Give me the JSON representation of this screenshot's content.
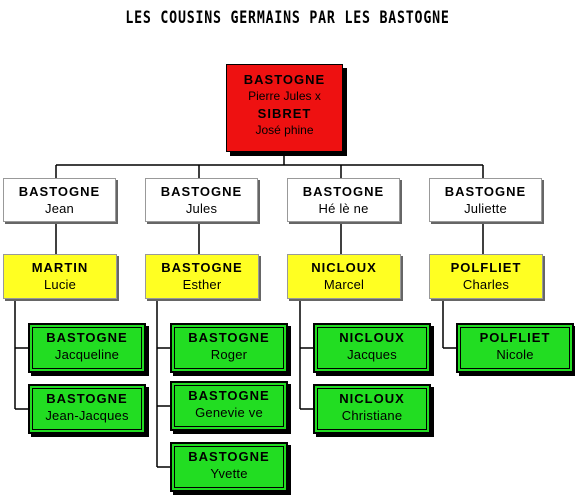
{
  "title": "LES COUSINS GERMAINS PAR LES BASTOGNE",
  "root": {
    "line1_surname": "BASTOGNE",
    "line1_given": "Pierre Jules x",
    "line2_surname": "SIBRET",
    "line2_given": "José phine"
  },
  "branches": [
    {
      "child": {
        "surname": "BASTOGNE",
        "given": "Jean"
      },
      "spouse": {
        "surname": "MARTIN",
        "given": "Lucie"
      },
      "kids": [
        {
          "surname": "BASTOGNE",
          "given": "Jacqueline"
        },
        {
          "surname": "BASTOGNE",
          "given": "Jean-Jacques"
        }
      ]
    },
    {
      "child": {
        "surname": "BASTOGNE",
        "given": "Jules"
      },
      "spouse": {
        "surname": "BASTOGNE",
        "given": "Esther"
      },
      "kids": [
        {
          "surname": "BASTOGNE",
          "given": "Roger"
        },
        {
          "surname": "BASTOGNE",
          "given": "Genevie ve"
        },
        {
          "surname": "BASTOGNE",
          "given": "Yvette"
        }
      ]
    },
    {
      "child": {
        "surname": "BASTOGNE",
        "given": "Hé lè ne"
      },
      "spouse": {
        "surname": "NICLOUX",
        "given": "Marcel"
      },
      "kids": [
        {
          "surname": "NICLOUX",
          "given": "Jacques"
        },
        {
          "surname": "NICLOUX",
          "given": "Christiane"
        }
      ]
    },
    {
      "child": {
        "surname": "BASTOGNE",
        "given": "Juliette"
      },
      "spouse": {
        "surname": "POLFLIET",
        "given": "Charles"
      },
      "kids": [
        {
          "surname": "POLFLIET",
          "given": "Nicole"
        }
      ]
    }
  ],
  "colors": {
    "root": "#ee1111",
    "spouse": "#ffff22",
    "kid": "#22dd22"
  }
}
